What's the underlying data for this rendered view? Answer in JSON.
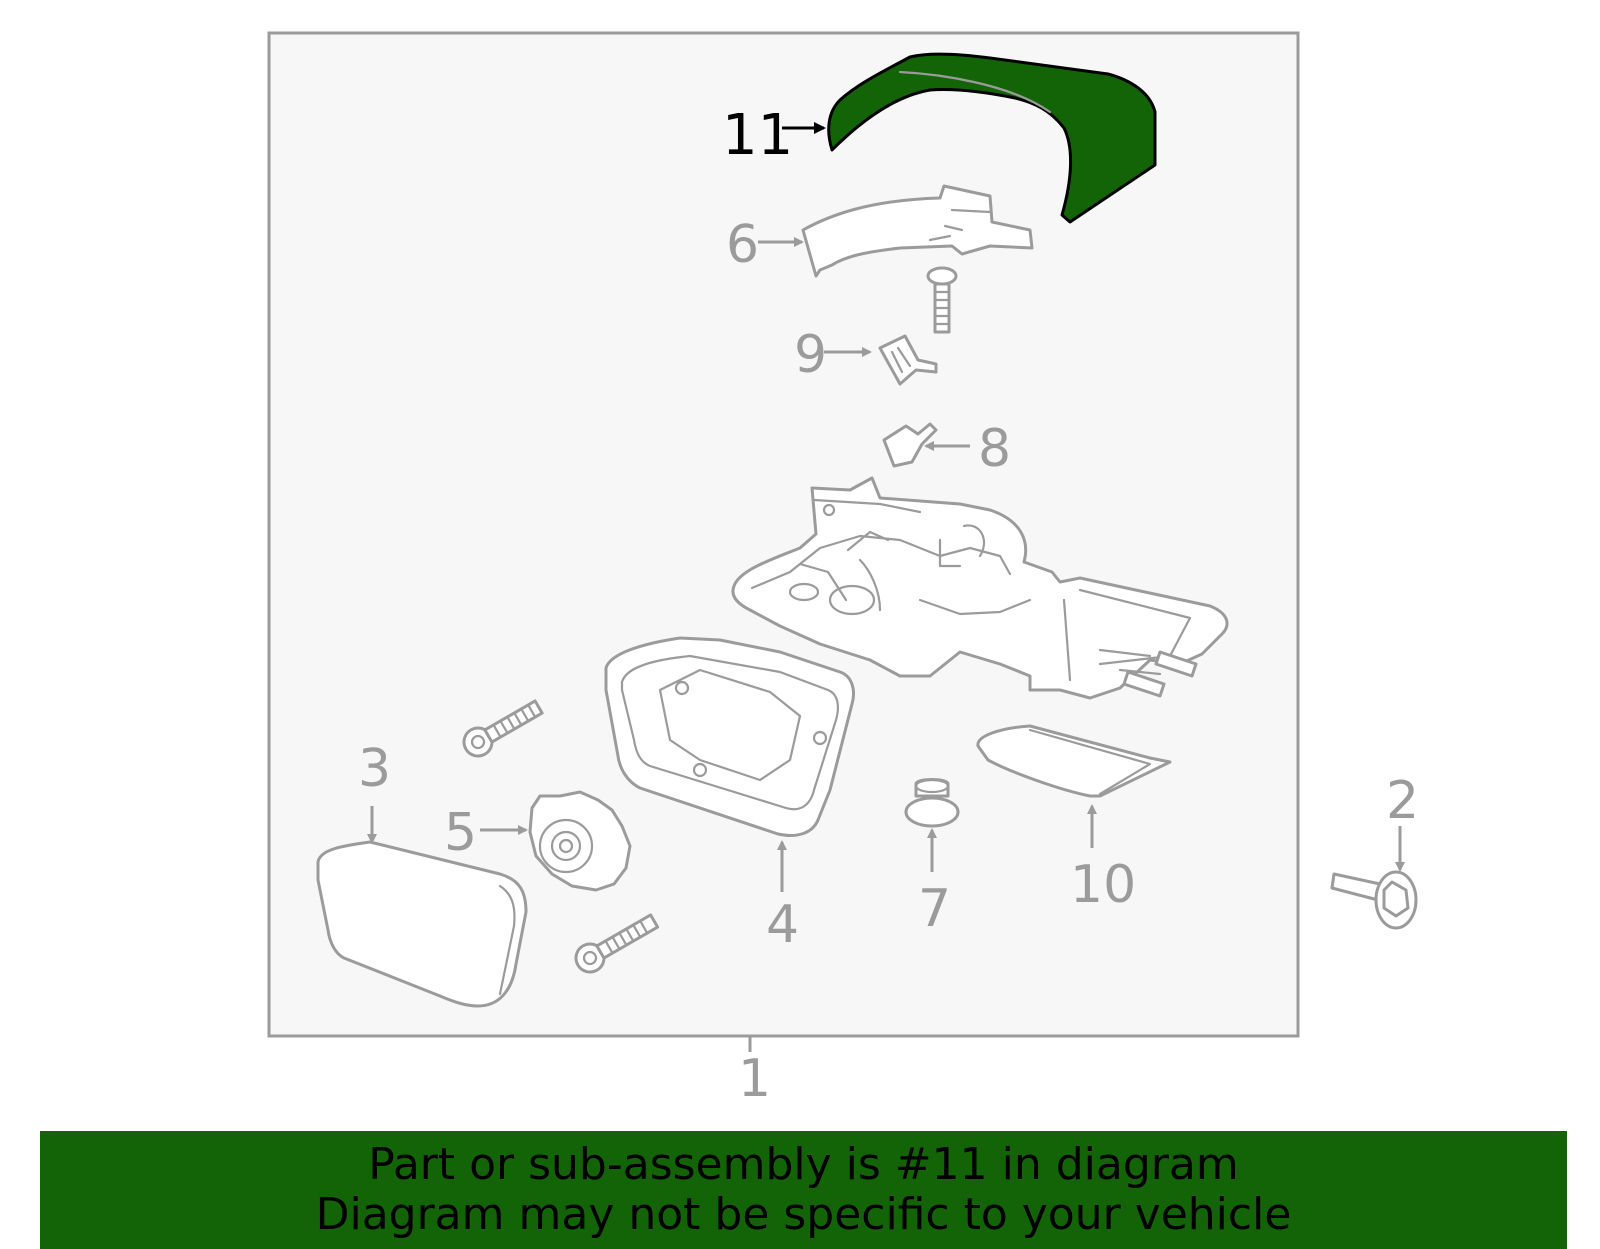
{
  "colors": {
    "highlight_fill": "#136407",
    "line_gray": "#9b9b9b",
    "frame_fill": "#f7f7f7",
    "banner_bg": "#136407",
    "banner_text": "#000000"
  },
  "diagram": {
    "highlighted_part": "11",
    "callouts": {
      "c1": "1",
      "c2": "2",
      "c3": "3",
      "c4": "4",
      "c5": "5",
      "c6": "6",
      "c7": "7",
      "c8": "8",
      "c9": "9",
      "c10": "10",
      "c11": "11"
    }
  },
  "banner": {
    "line1": "Part or sub-assembly is #11 in diagram",
    "line2": "Diagram may not be specific to your vehicle"
  }
}
